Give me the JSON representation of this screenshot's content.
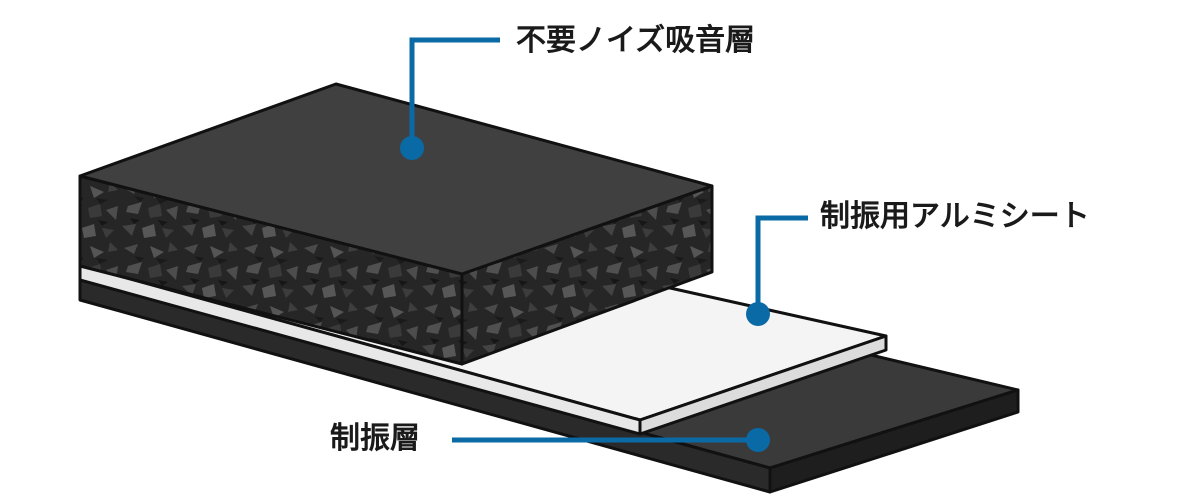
{
  "labels": {
    "absorb_layer": "不要ノイズ吸音層",
    "aluminum_sheet": "制振用アルミシート",
    "damping_layer": "制振層"
  },
  "colors": {
    "callout": "#0a6aa6",
    "foam_dark": "#2a2a2a",
    "top_face": "#404040",
    "aluminum": "#f4f4f4",
    "damping_top": "#3a3a3a",
    "damping_side": "#1e1e1e",
    "outline": "#111111"
  }
}
